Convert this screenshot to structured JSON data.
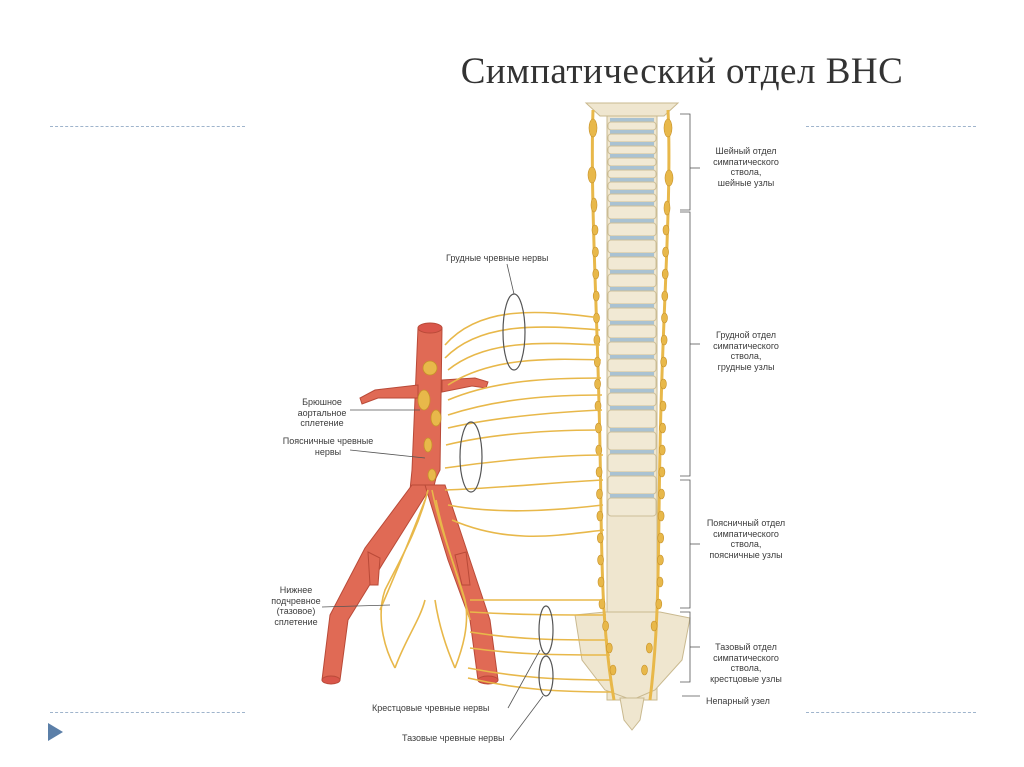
{
  "slide": {
    "title": "Симпатический отдел ВНС"
  },
  "labels": {
    "thoracic_splanchnic": "Грудные чревные нервы",
    "abdominal_aortic_plexus": [
      "Брюшное",
      "аортальное",
      "сплетение"
    ],
    "lumbar_splanchnic": [
      "Поясничные чревные",
      "нервы"
    ],
    "inferior_hypogastric": [
      "Нижнее",
      "подчревное",
      "(тазовое)",
      "сплетение"
    ],
    "sacral_splanchnic": "Крестцовые чревные нервы",
    "pelvic_splanchnic": "Тазовые чревные нервы",
    "cervical_section": [
      "Шейный отдел",
      "симпатического",
      "ствола,",
      "шейные узлы"
    ],
    "thoracic_section": [
      "Грудной отдел",
      "симпатического",
      "ствола,",
      "грудные узлы"
    ],
    "lumbar_section": [
      "Поясничный отдел",
      "симпатического",
      "ствола,",
      "поясничные узлы"
    ],
    "pelvic_section": [
      "Тазовый отдел",
      "симпатического",
      "ствола,",
      "крестцовые узлы"
    ],
    "ganglion_impar": "Непарный узел"
  },
  "colors": {
    "nerve": "#e8b84a",
    "artery": "#e06a55",
    "bone": "#efe6cf",
    "disc": "#a9c2d2",
    "accent": "#5b7fa8"
  }
}
